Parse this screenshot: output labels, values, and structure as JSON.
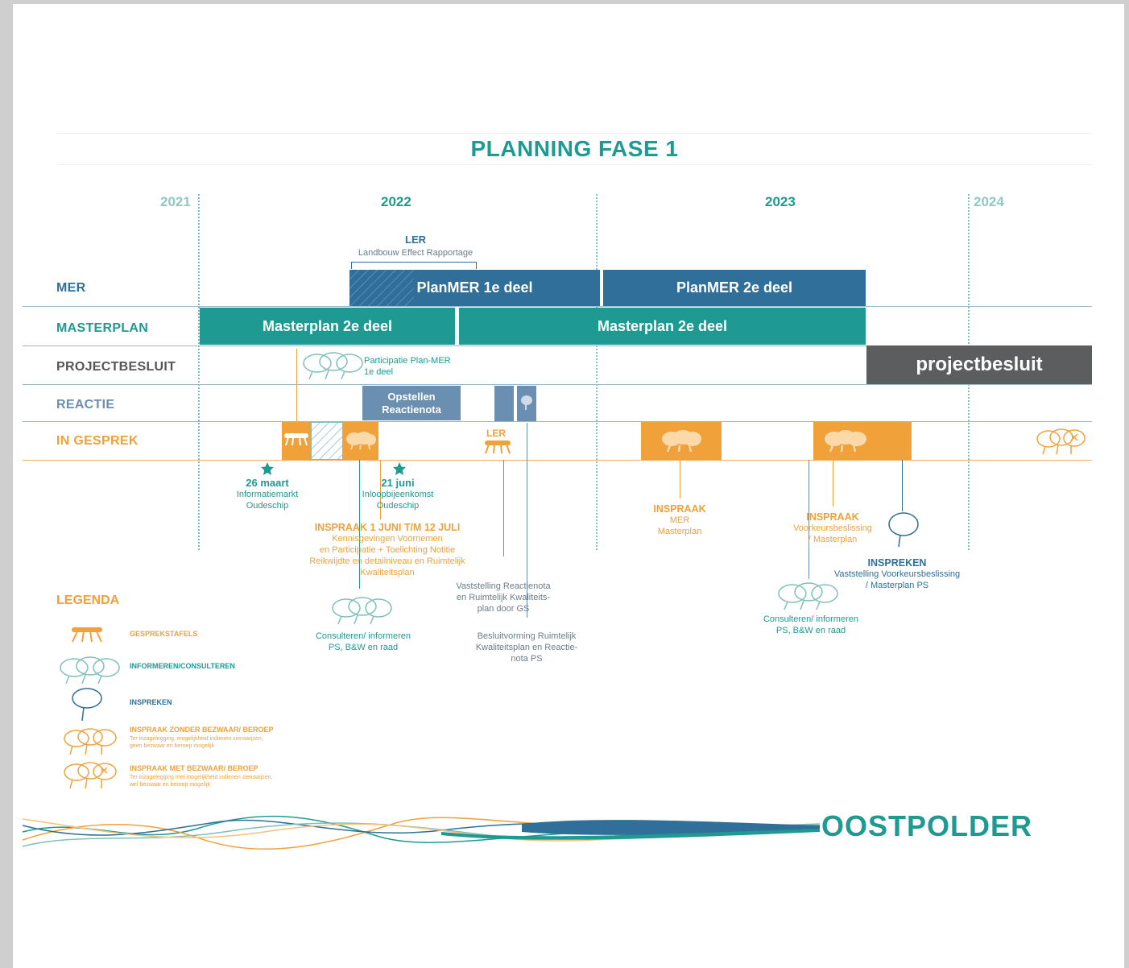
{
  "title": "PLANNING FASE 1",
  "years": [
    "2021",
    "2022",
    "2023",
    "2024"
  ],
  "rows": {
    "mer": "MER",
    "masterplan": "MASTERPLAN",
    "projectbesluit": "PROJECTBESLUIT",
    "reactie": "REACTIE",
    "ingesprek": "IN GESPREK"
  },
  "ler_top": {
    "title": "LER",
    "subtitle": "Landbouw Effect Rapportage"
  },
  "bars": {
    "planmer1": "PlanMER 1e deel",
    "planmer2": "PlanMER 2e deel",
    "masterplan_a": "Masterplan 2e deel",
    "masterplan_b": "Masterplan 2e deel",
    "projectbesluit": "projectbesluit",
    "reactienota": "Opstellen Reactienota"
  },
  "participatie": "Participatie Plan-MER 1e deel",
  "ler_table": "LER",
  "events": {
    "maart": {
      "date": "26 maart",
      "line1": "Informatiemarkt",
      "line2": "Oudeschip"
    },
    "juni": {
      "date": "21 juni",
      "line1": "Inloopbijeenkomst",
      "line2": "Oudeschip"
    },
    "inspraak1": {
      "title": "INSPRAAK 1 JUNI T/M 12 JULI",
      "line1": "Kennisgevingen Voornemen",
      "line2": "en Participatie + Toelichting Notitie",
      "line3": "Reikwijdte en detailniveau en Ruimtelijk",
      "line4": "Kwaliteitsplan"
    },
    "consult1": {
      "line1": "Consulteren/ informeren",
      "line2": "PS, B&W en raad"
    },
    "vaststelling": {
      "line1": "Vaststelling Reactienota",
      "line2": "en Ruimtelijk Kwaliteits-",
      "line3": "plan door GS"
    },
    "besluitvorming": {
      "line1": "Besluitvorming Ruimtelijk",
      "line2": "Kwaliteitsplan en Reactie-",
      "line3": "nota PS"
    },
    "inspraak2": {
      "title": "INSPRAAK",
      "line1": "MER",
      "line2": "Masterplan"
    },
    "inspraak3": {
      "title": "INSPRAAK",
      "line1": "Voorkeursbeslissing",
      "line2": "/ Masterplan"
    },
    "inspreken": {
      "title": "INSPREKEN",
      "line1": "Vaststelling Voorkeursbeslissing",
      "line2": "/ Masterplan PS"
    },
    "consult2": {
      "line1": "Consulteren/ informeren",
      "line2": "PS, B&W en raad"
    }
  },
  "legend": {
    "title": "LEGENDA",
    "items": [
      {
        "label": "GESPREKSTAFELS",
        "icon": "table-icon",
        "color": "#f0a13a"
      },
      {
        "label": "INFORMEREN/CONSULTEREN",
        "icon": "cloud-speech-icon",
        "color": "#1e9a92"
      },
      {
        "label": "INSPREKEN",
        "icon": "speech-bubble-icon",
        "color": "#2f6f99"
      },
      {
        "label": "INSPRAAK ZONDER BEZWAAR/ BEROEP",
        "sub1": "Ter inzagelegging, mogelijkheid indienen zienswijzen,",
        "sub2": "geen bezwaar en beroep mogelijk",
        "icon": "cloud-speech-orange-icon",
        "color": "#f0a13a"
      },
      {
        "label": "INSPRAAK MET BEZWAAR/ BEROEP",
        "sub1": "Ter inzagelegging met mogelijkheid indienen zienswijzen,",
        "sub2": "wel bezwaar en beroep mogelijk",
        "icon": "cloud-speech-x-icon",
        "color": "#f0a13a"
      }
    ]
  },
  "logo": "OOSTPOLDER",
  "colors": {
    "teal": "#1e9a92",
    "blue": "#2f6f99",
    "orange": "#f0a13a",
    "grey": "#5b5d5e",
    "reactie": "#6b8fb0"
  }
}
